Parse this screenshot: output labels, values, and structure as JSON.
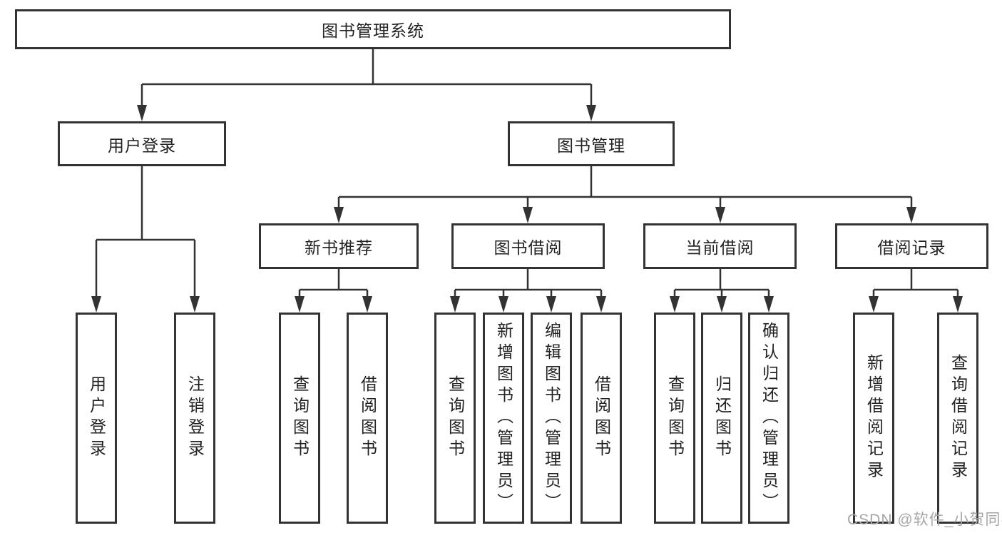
{
  "diagram": {
    "tree": {
      "label": "图书管理系统",
      "children": [
        {
          "label": "用户登录",
          "children": [
            {
              "label": "用户登录"
            },
            {
              "label": "注销登录"
            }
          ]
        },
        {
          "label": "图书管理",
          "children": [
            {
              "label": "新书推荐",
              "children": [
                {
                  "label": "查询图书"
                },
                {
                  "label": "借阅图书"
                }
              ]
            },
            {
              "label": "图书借阅",
              "children": [
                {
                  "label": "查询图书"
                },
                {
                  "label": "新增图书（管理员）"
                },
                {
                  "label": "编辑图书（管理员）"
                },
                {
                  "label": "借阅图书"
                }
              ]
            },
            {
              "label": "当前借阅",
              "children": [
                {
                  "label": "查询图书"
                },
                {
                  "label": "归还图书"
                },
                {
                  "label": "确认归还（管理员）"
                }
              ]
            },
            {
              "label": "借阅记录",
              "children": [
                {
                  "label": "新增借阅记录"
                },
                {
                  "label": "查询借阅记录"
                }
              ]
            }
          ]
        }
      ]
    },
    "colors": {
      "line": "#333333",
      "text": "#222222",
      "background": "#ffffff",
      "watermark_color": "#a6a6a6"
    }
  },
  "watermark": {
    "text": "CSDN @软件_小贺同学"
  }
}
